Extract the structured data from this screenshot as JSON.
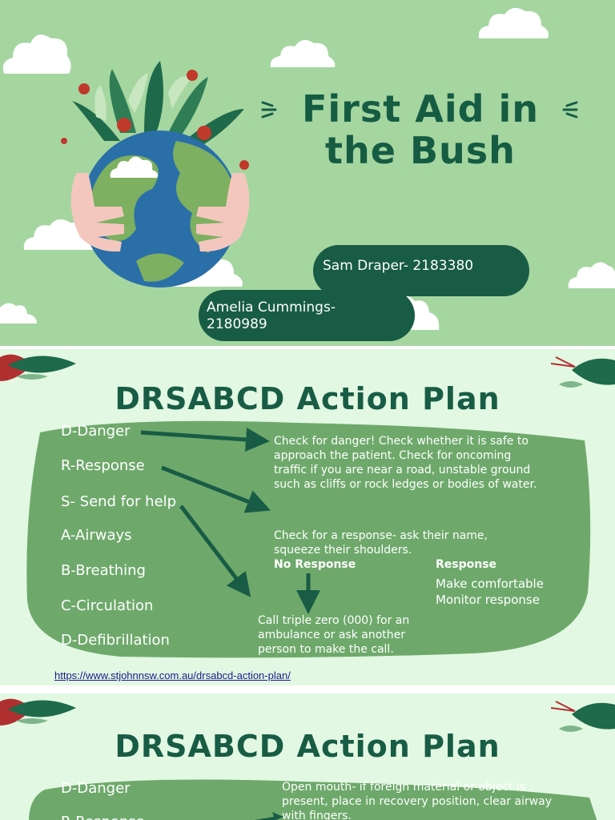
{
  "slide1": {
    "title": "First Aid in the Bush",
    "authors": [
      "Sam Draper- 2183380",
      "Amelia Cummings-\n2180989"
    ]
  },
  "slide2": {
    "heading": "DRSABCD Action Plan",
    "steps": [
      "D-Danger",
      "R-Response",
      "S- Send for help",
      "A-Airways",
      "B-Breathing",
      "C-Circulation",
      "D-Defibrillation"
    ],
    "danger_text": "Check for danger! Check whether it is safe to approach the patient. Check for oncoming traffic if you are near a road, unstable ground such as cliffs or rock ledges or bodies of water.",
    "response_text": "Check for a response- ask their name, squeeze their shoulders.",
    "no_response_label": "No Response",
    "response_label": "Response",
    "response_actions": [
      "Make comfortable",
      "Monitor response"
    ],
    "call_text": "Call triple zero (000) for an ambulance or ask another person to make the call.",
    "link": "https://www.stjohnnsw.com.au/drsabcd-action-plan/"
  },
  "slide3": {
    "heading": "DRSABCD Action Plan",
    "steps": [
      "D-Danger",
      "R-Response"
    ],
    "airway_text": "Open mouth- if foreign material or object is present, place in recovery position, clear airway with fingers."
  },
  "colors": {
    "bg1": "#a5d6a0",
    "bg2": "#e2f8e2",
    "dark": "#185c45",
    "blob": "#6ea96b"
  }
}
